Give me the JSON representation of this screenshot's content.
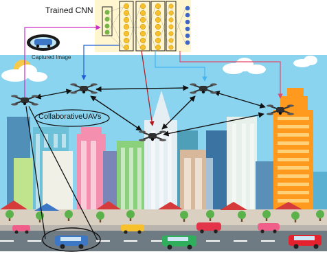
{
  "labels": {
    "cnn_title": "Trained CNN",
    "captured_image": "Captured Image",
    "collaborative_uavs": "CollaborativeUAVs"
  },
  "colors": {
    "sky": "#8ad4ef",
    "road": "#6e7b83",
    "arrow_blue": "#1f5fd6",
    "arrow_red": "#b3161b",
    "arrow_cyan": "#44b4f0",
    "arrow_pink": "#e6476b",
    "arrow_magenta": "#cc2cc6",
    "cnn_green": "#78b548",
    "cnn_yellow": "#f6c12c",
    "cnn_blue": "#3d66c6"
  }
}
